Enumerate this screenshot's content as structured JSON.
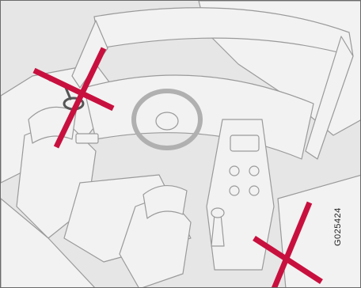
{
  "figure": {
    "code": "G025424",
    "colors": {
      "background": "#e6e6e6",
      "line": "#9a9a9a",
      "cross": "#c8103e",
      "border": "#6a6a6a"
    },
    "crosses": [
      "cross-left",
      "cross-right"
    ]
  }
}
